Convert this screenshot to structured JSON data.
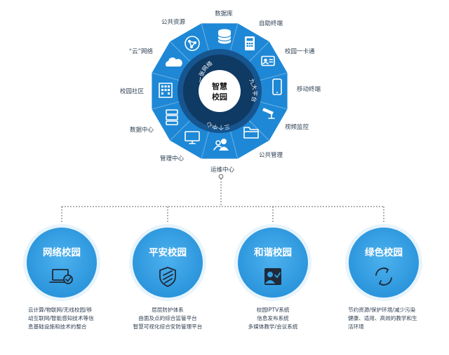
{
  "hub": {
    "center_lines": [
      "智慧",
      "校园"
    ],
    "ring_labels": [
      "一张网络",
      "九大平台",
      "三个中心"
    ],
    "spokes": [
      {
        "label": "数据库",
        "icon": "database-icon"
      },
      {
        "label": "自助终端",
        "icon": "calculator-icon"
      },
      {
        "label": "校园一卡通",
        "icon": "id-card-icon"
      },
      {
        "label": "移动终端",
        "icon": "mobile-phone-icon"
      },
      {
        "label": "视频监控",
        "icon": "cctv-camera-icon"
      },
      {
        "label": "公共管理",
        "icon": "folder-icon"
      },
      {
        "label": "运维中心",
        "icon": "users-icon"
      },
      {
        "label": "管理中心",
        "icon": "monitor-icon"
      },
      {
        "label": "数据中心",
        "icon": "server-icon"
      },
      {
        "label": "校园社区",
        "icon": "building-icon"
      },
      {
        "label": "“云”网络",
        "icon": "cloud-icon"
      },
      {
        "label": "公共资源",
        "icon": "share-network-icon"
      }
    ]
  },
  "cards": [
    {
      "title": "网络校园",
      "icon": "laptop-check-icon",
      "desc": [
        "云计算/物联网/无线校园/移",
        "动互联网/智能感知技术等信",
        "息基础设施和技术的整合"
      ]
    },
    {
      "title": "平安校园",
      "icon": "shield-icon",
      "desc": [
        "层层防护体系",
        "由面及点的综合监管平台",
        "智慧可视化综合安防管理平台"
      ]
    },
    {
      "title": "和谐校园",
      "icon": "person-check-icon",
      "desc": [
        "校园IPTV系统",
        "信息发布系统",
        "多媒体教学/会议系统"
      ]
    },
    {
      "title": "绿色校园",
      "icon": "recycle-icon",
      "desc": [
        "节约资源/保护环境/减少污染",
        "健康、适用、高效的教学和生",
        "活环境"
      ]
    }
  ],
  "colors": {
    "primary": "#1e88d6",
    "card_fill": "#35a0e2",
    "ring_dark": "#0f3a63",
    "ring_mid": "#2f78c2",
    "connector": "#666666",
    "center": "#ffffff"
  }
}
